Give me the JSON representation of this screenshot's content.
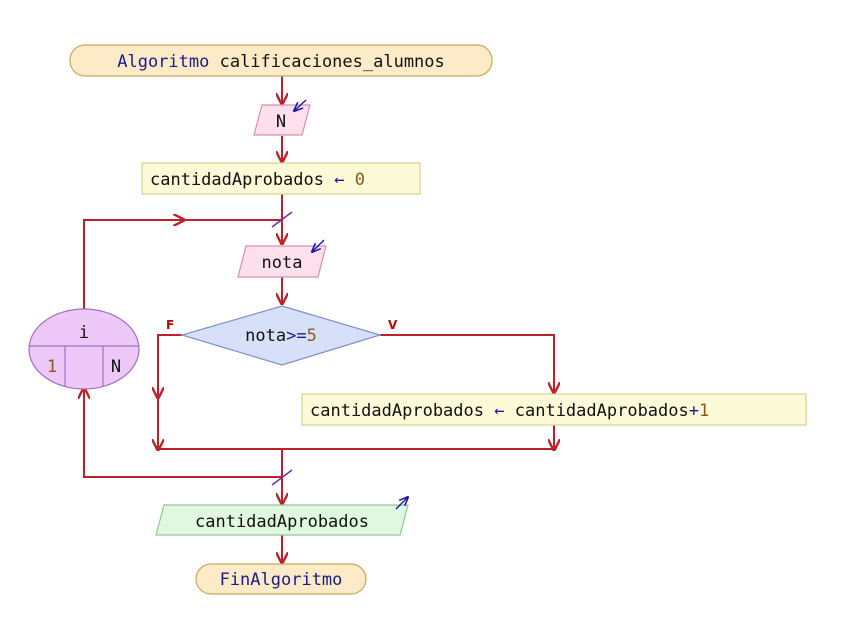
{
  "start": {
    "keyword": "Algoritmo",
    "name": "calificaciones_alumnos"
  },
  "read_n": {
    "var": "N"
  },
  "init": {
    "var": "cantidadAprobados",
    "arrow": "←",
    "value": "0"
  },
  "read_nota": {
    "var": "nota"
  },
  "decision": {
    "left": "nota",
    "op": ">=",
    "value": "5",
    "false_label": "F",
    "true_label": "V"
  },
  "loop": {
    "var": "i",
    "from": "1",
    "to": "N"
  },
  "increment": {
    "target": "cantidadAprobados",
    "arrow": "←",
    "expr": "cantidadAprobados",
    "plus": "+",
    "step": "1"
  },
  "write": {
    "var": "cantidadAprobados"
  },
  "end": {
    "keyword": "FinAlgoritmo"
  },
  "colors": {
    "flow": "#c0202a",
    "terminal_fill": "#fdebc8",
    "read_fill": "#fde0ec",
    "assign_fill": "#fdfad8",
    "decision_fill": "#d6e0f8",
    "loop_fill": "#eec8f8",
    "write_fill": "#e0f8e0"
  }
}
